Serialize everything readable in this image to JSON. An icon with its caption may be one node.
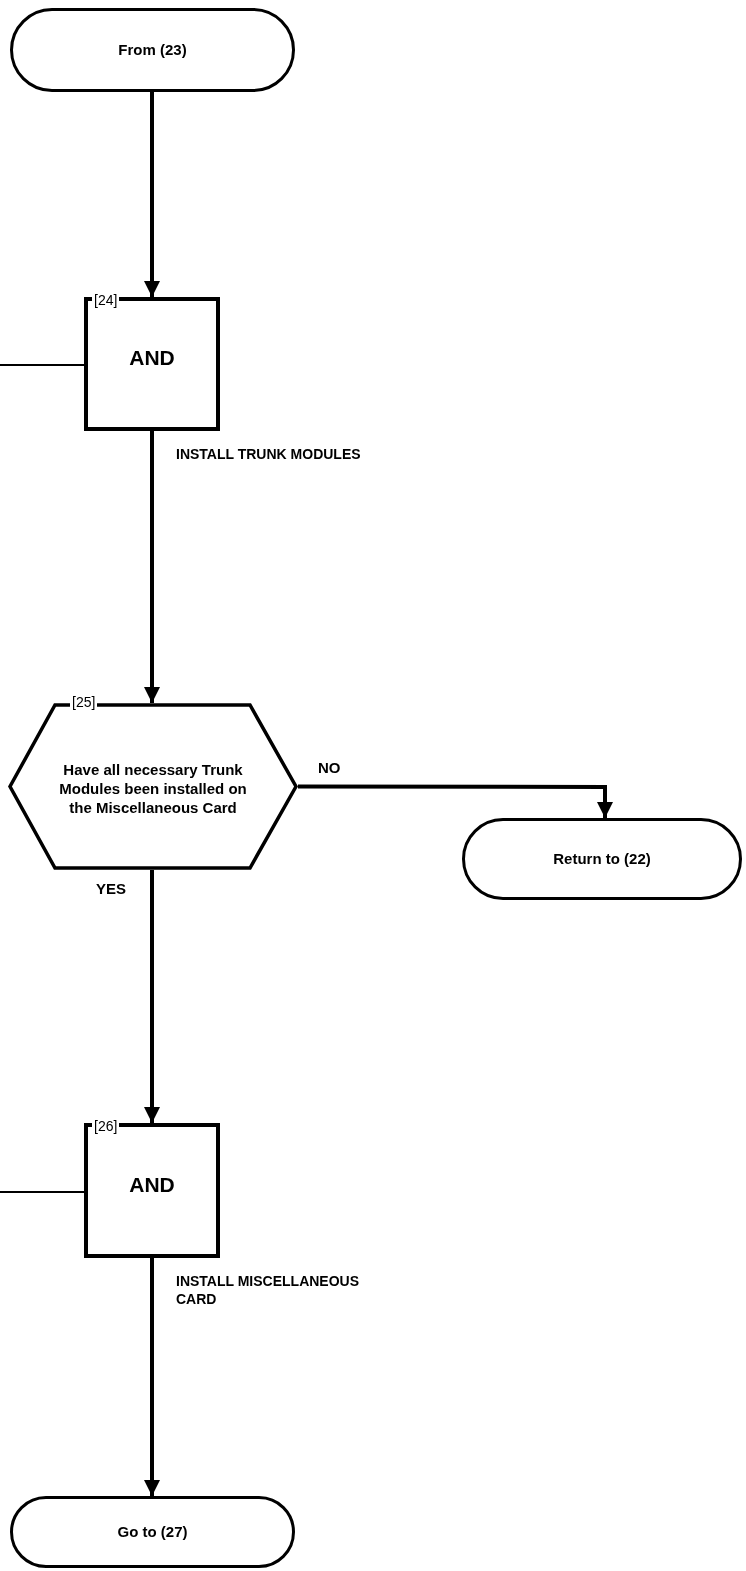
{
  "diagram": {
    "nodes": [
      {
        "text": [
          "From (23)"
        ]
      },
      {
        "text": [
          "[24]",
          "AND"
        ],
        "beside": [
          "INSTALL TRUNK MODULES"
        ]
      },
      {
        "text": [
          "[25]",
          "Have all necessary Trunk Modules been installed on the Miscellaneous Card"
        ]
      },
      {
        "text": [
          "Return to (22)"
        ]
      },
      {
        "text": [
          "[26]",
          "AND"
        ],
        "beside": [
          "INSTALL MISCELLANEOUS CARD"
        ]
      },
      {
        "text": [
          "Go to (27)"
        ]
      }
    ],
    "edges": [
      {
        "from": 0,
        "to": 1,
        "arrow": "to"
      },
      {
        "from": null,
        "to": 1,
        "arrow": "none"
      },
      {
        "from": 1,
        "to": 2,
        "arrow": "to"
      },
      {
        "from": 2,
        "to": 3,
        "arrow": "to",
        "label": "NO"
      },
      {
        "from": 2,
        "to": 4,
        "arrow": "to",
        "label": "YES"
      },
      {
        "from": null,
        "to": 4,
        "arrow": "none"
      },
      {
        "from": 4,
        "to": 5,
        "arrow": "to"
      }
    ]
  }
}
